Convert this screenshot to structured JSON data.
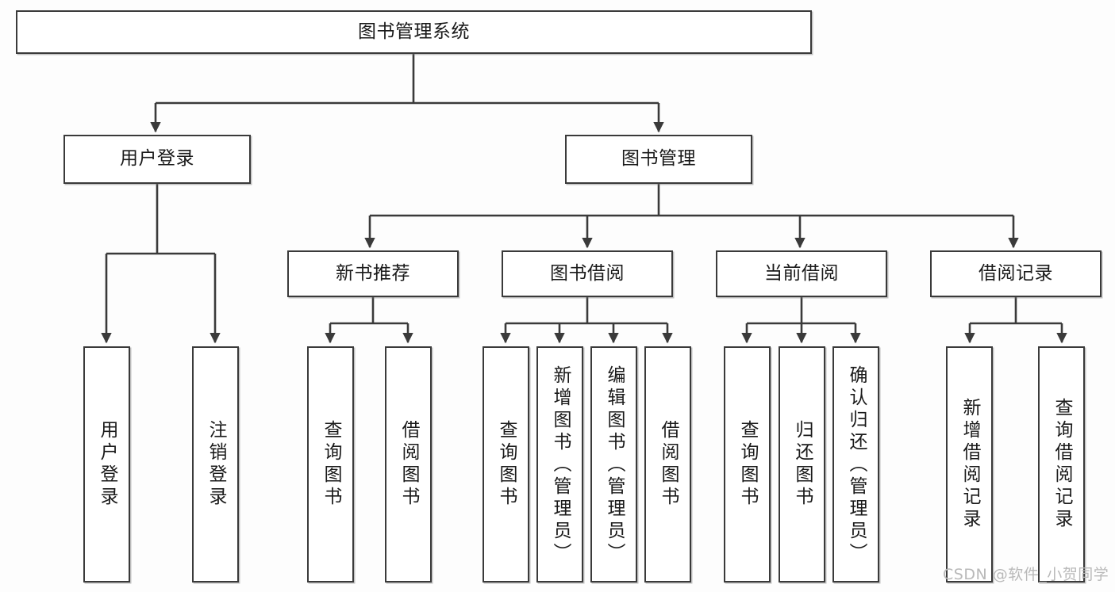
{
  "diagram": {
    "title": "图书管理系统",
    "type": "tree-structure-chart",
    "watermark": "CSDN @软件_小贺同学",
    "colors": {
      "stroke": "#3a3a3a",
      "node_fill": "#ffffff",
      "text": "#1a1a1a",
      "background": "#fdfdfd",
      "watermark": "#b9b9b9"
    },
    "root": {
      "label": "图书管理系统"
    },
    "level2": [
      {
        "label": "用户登录"
      },
      {
        "label": "图书管理"
      }
    ],
    "level3": [
      {
        "label": "新书推荐"
      },
      {
        "label": "图书借阅"
      },
      {
        "label": "当前借阅"
      },
      {
        "label": "借阅记录"
      }
    ],
    "leaves": {
      "user_login": [
        {
          "label": "用户登录"
        },
        {
          "label": "注销登录"
        }
      ],
      "new_book_recommend": [
        {
          "label": "查询图书"
        },
        {
          "label": "借阅图书"
        }
      ],
      "book_borrow": [
        {
          "label": "查询图书"
        },
        {
          "label": "新增图书（管理员）"
        },
        {
          "label": "编辑图书（管理员）"
        },
        {
          "label": "借阅图书"
        }
      ],
      "current_borrow": [
        {
          "label": "查询图书"
        },
        {
          "label": "归还图书"
        },
        {
          "label": "确认归还（管理员）"
        }
      ],
      "borrow_record": [
        {
          "label": "新增借阅记录"
        },
        {
          "label": "查询借阅记录"
        }
      ]
    }
  }
}
